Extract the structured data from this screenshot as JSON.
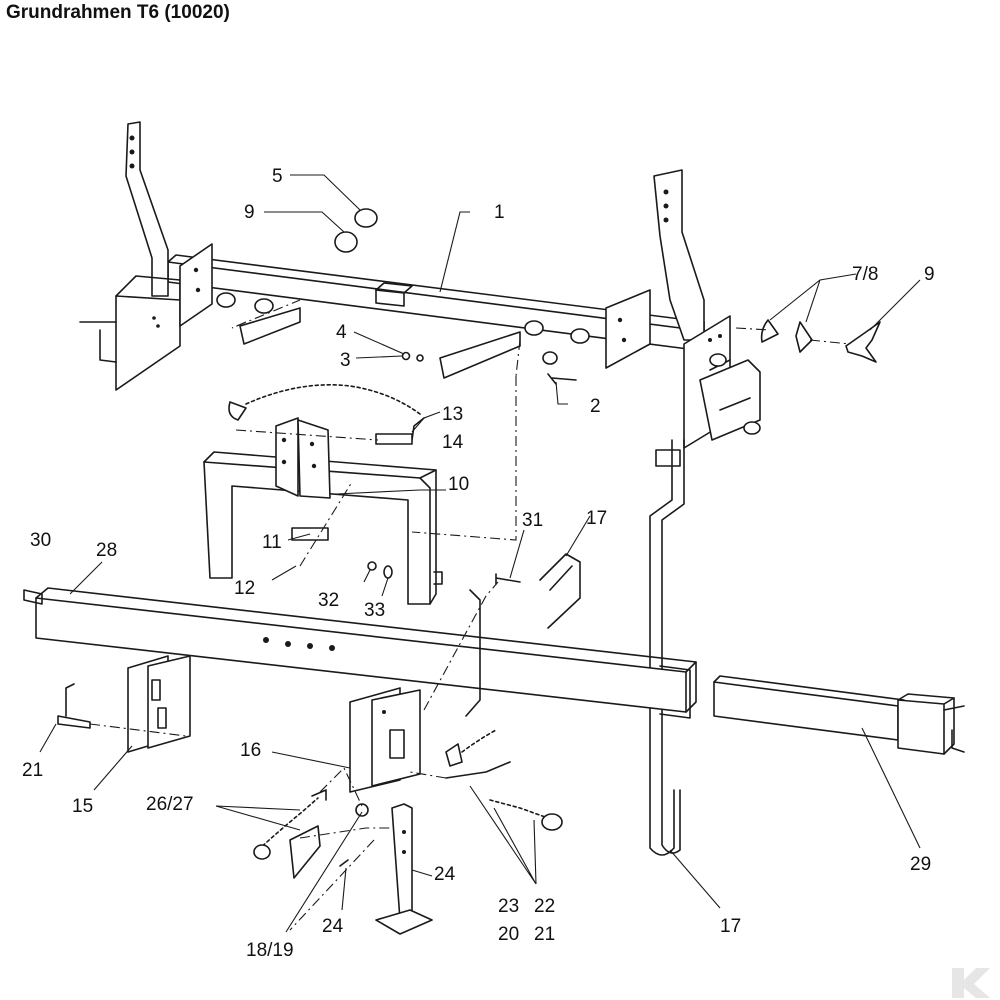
{
  "title": "Grundrahmen T6 (10020)",
  "labels": [
    {
      "id": "l1",
      "text": "1"
    },
    {
      "id": "l2",
      "text": "2"
    },
    {
      "id": "l3",
      "text": "3"
    },
    {
      "id": "l4",
      "text": "4"
    },
    {
      "id": "l5",
      "text": "5"
    },
    {
      "id": "l9a",
      "text": "9"
    },
    {
      "id": "l78",
      "text": "7/8"
    },
    {
      "id": "l9b",
      "text": "9"
    },
    {
      "id": "l13",
      "text": "13"
    },
    {
      "id": "l14",
      "text": "14"
    },
    {
      "id": "l10",
      "text": "10"
    },
    {
      "id": "l11",
      "text": "11"
    },
    {
      "id": "l12",
      "text": "12"
    },
    {
      "id": "l31",
      "text": "31"
    },
    {
      "id": "l17a",
      "text": "17"
    },
    {
      "id": "l30",
      "text": "30"
    },
    {
      "id": "l28",
      "text": "28"
    },
    {
      "id": "l32",
      "text": "32"
    },
    {
      "id": "l33",
      "text": "33"
    },
    {
      "id": "l21a",
      "text": "21"
    },
    {
      "id": "l15",
      "text": "15"
    },
    {
      "id": "l16",
      "text": "16"
    },
    {
      "id": "l2627",
      "text": "26/27"
    },
    {
      "id": "l24a",
      "text": "24"
    },
    {
      "id": "l24b",
      "text": "24"
    },
    {
      "id": "l1819",
      "text": "18/19"
    },
    {
      "id": "l23",
      "text": "23"
    },
    {
      "id": "l22",
      "text": "22"
    },
    {
      "id": "l20",
      "text": "20"
    },
    {
      "id": "l21b",
      "text": "21"
    },
    {
      "id": "l17b",
      "text": "17"
    },
    {
      "id": "l29",
      "text": "29"
    }
  ]
}
